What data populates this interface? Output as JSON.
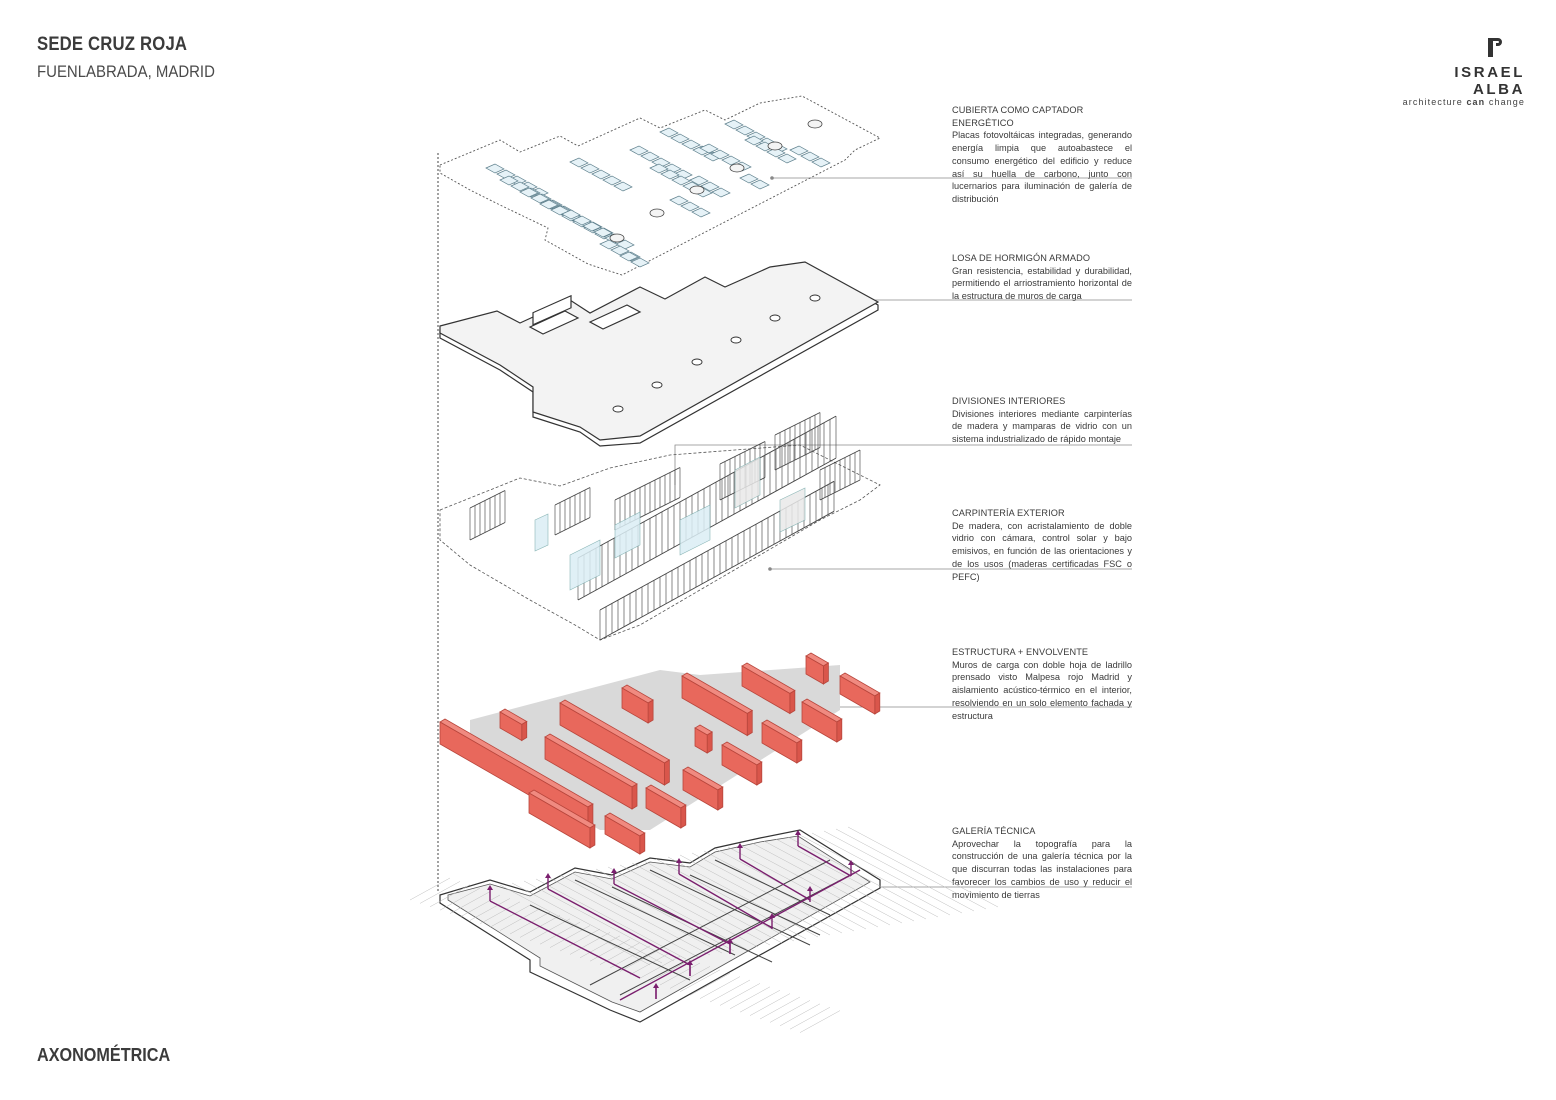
{
  "header": {
    "title": "SEDE CRUZ ROJA",
    "subtitle": "FUENLABRADA, MADRID"
  },
  "logo": {
    "brand": "ISRAEL ALBA",
    "tagline_pre": "architecture ",
    "tagline_bold": "can",
    "tagline_post": " change"
  },
  "footer": {
    "view_label": "AXONOMÉTRICA"
  },
  "layers": [
    {
      "id": "cubierta",
      "title": "CUBIERTA COMO CAPTADOR ENERGÉTICO",
      "body": "Placas fotovoltáicas integradas, generando energía limpia que autoabastece el consumo energético del edificio y reduce así su huella de carbono, junto con lucernarios para iluminación de galería de distribución"
    },
    {
      "id": "losa",
      "title": "LOSA DE HORMIGÓN ARMADO",
      "body": "Gran resistencia, estabilidad y durabilidad, permitiendo el arriostramiento horizontal de la estructura de muros de carga"
    },
    {
      "id": "divisiones",
      "title": "DIVISIONES INTERIORES",
      "body": "Divisiones interiores mediante carpinterías de madera y mamparas de vidrio con un sistema industrializado de rápido montaje"
    },
    {
      "id": "carpinteria",
      "title": "CARPINTERÍA EXTERIOR",
      "body": "De madera, con acristalamiento de doble vidrio con cámara, control solar y bajo emisivos, en función de las orientaciones y de los usos (maderas certificadas FSC o PEFC)"
    },
    {
      "id": "estructura",
      "title": "ESTRUCTURA + ENVOLVENTE",
      "body": "Muros de carga con doble hoja de ladrillo prensado visto Malpesa rojo Madrid y aislamiento acústico-térmico en el interior, resolviendo en un solo elemento fachada y estructura"
    },
    {
      "id": "galeria",
      "title": "GALERÍA TÉCNICA",
      "body": "Aprovechar la topografía para la construcción de una galería técnica por la que discurran todas las instalaciones para favorecer los cambios de uso y reducir el movimiento de tierras"
    }
  ],
  "colors": {
    "brick": "#e8685c",
    "brick_edge": "#b8463c",
    "pipe": "#7a1f6e",
    "line": "#3a3a3a",
    "slab_fill": "#f2f2f2",
    "panel_fill": "#dbeef5"
  }
}
